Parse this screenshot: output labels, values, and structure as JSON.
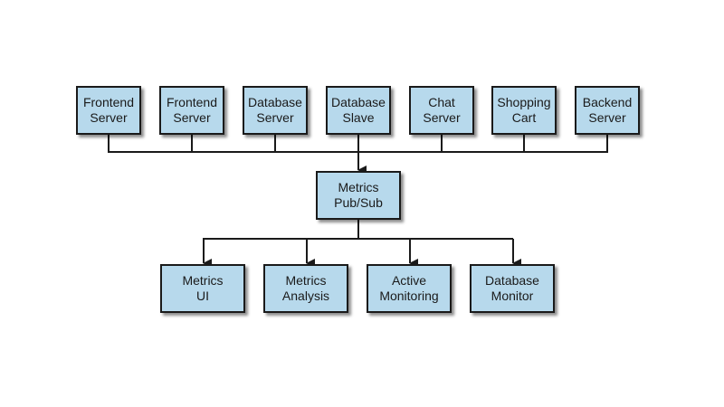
{
  "diagram": {
    "sources": [
      {
        "line1": "Frontend",
        "line2": "Server"
      },
      {
        "line1": "Frontend",
        "line2": "Server"
      },
      {
        "line1": "Database",
        "line2": "Server"
      },
      {
        "line1": "Database",
        "line2": "Slave"
      },
      {
        "line1": "Chat",
        "line2": "Server"
      },
      {
        "line1": "Shopping",
        "line2": "Cart"
      },
      {
        "line1": "Backend",
        "line2": "Server"
      }
    ],
    "hub": {
      "line1": "Metrics",
      "line2": "Pub/Sub"
    },
    "consumers": [
      {
        "line1": "Metrics",
        "line2": "UI"
      },
      {
        "line1": "Metrics",
        "line2": "Analysis"
      },
      {
        "line1": "Active",
        "line2": "Monitoring"
      },
      {
        "line1": "Database",
        "line2": "Monitor"
      }
    ],
    "colors": {
      "box_fill": "#b7d9ec",
      "line": "#1a1a1a"
    }
  }
}
